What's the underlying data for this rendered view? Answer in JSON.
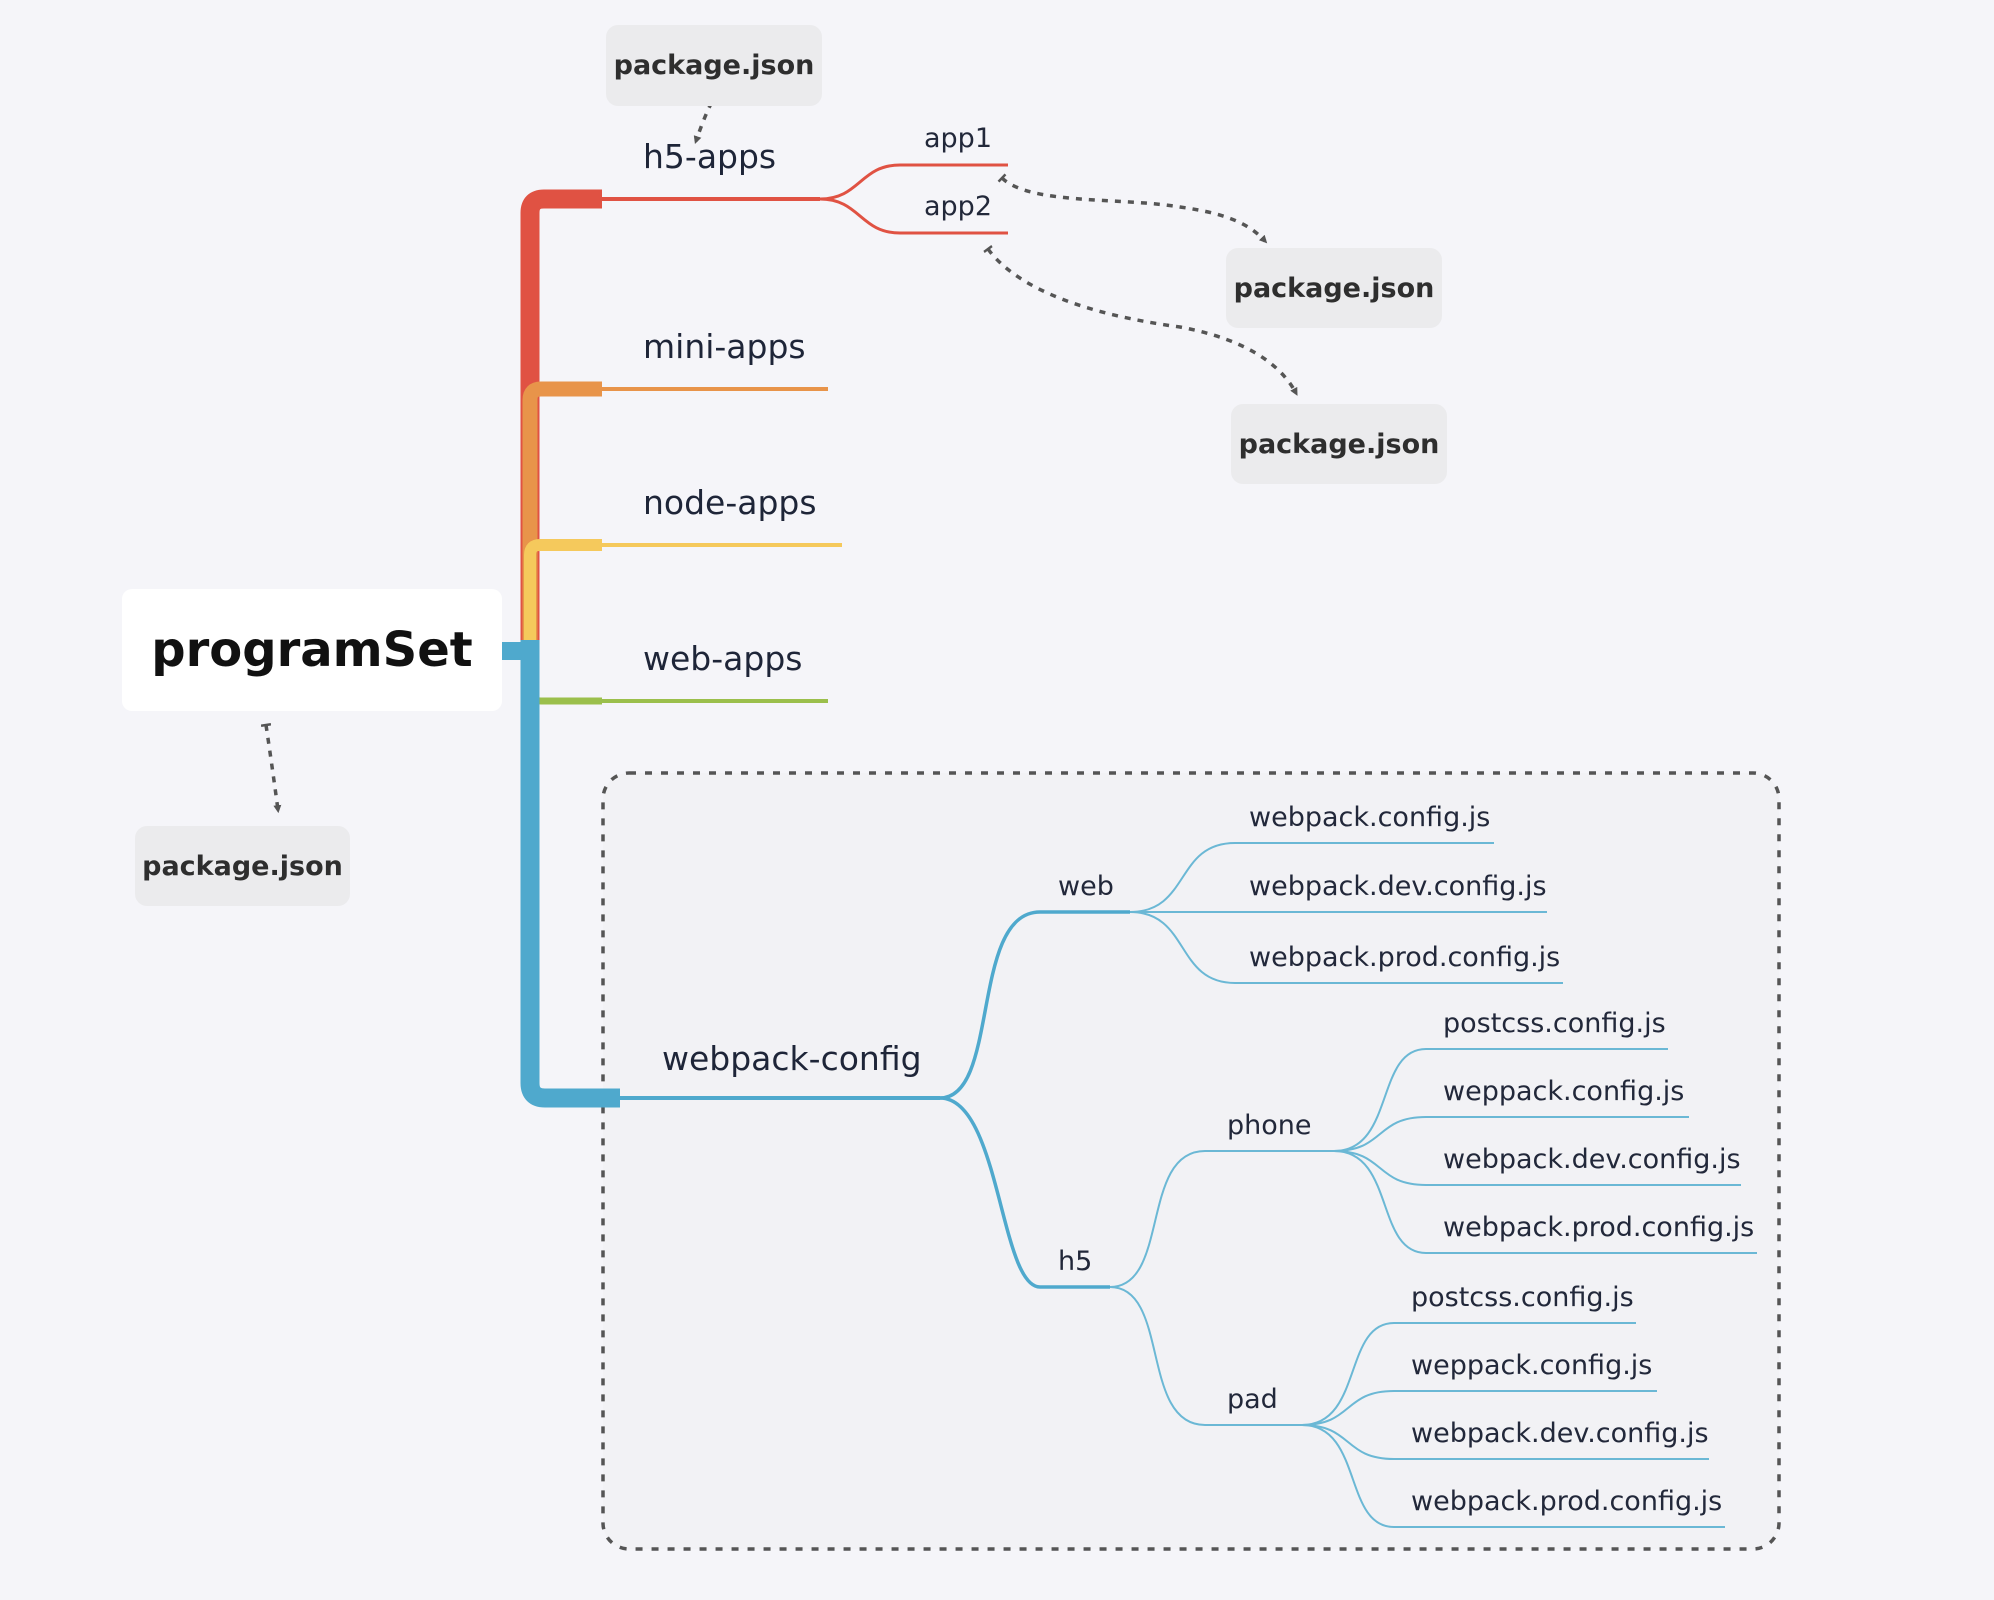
{
  "root": {
    "title": "programSet"
  },
  "branches": {
    "h5_apps": {
      "label": "h5-apps",
      "children": [
        "app1",
        "app2"
      ],
      "color": "#e05243"
    },
    "mini_apps": {
      "label": "mini-apps",
      "color": "#e8944a"
    },
    "node_apps": {
      "label": "node-apps",
      "color": "#f5c95c"
    },
    "web_apps": {
      "label": "web-apps",
      "color": "#9bbf4c"
    },
    "webpack_config": {
      "label": "webpack-config",
      "color": "#4fa9cd",
      "web": {
        "label": "web",
        "files": [
          "webpack.config.js",
          "webpack.dev.config.js",
          "webpack.prod.config.js"
        ]
      },
      "h5": {
        "label": "h5",
        "phone": {
          "label": "phone",
          "files": [
            "postcss.config.js",
            "weppack.config.js",
            "webpack.dev.config.js",
            "webpack.prod.config.js"
          ]
        },
        "pad": {
          "label": "pad",
          "files": [
            "postcss.config.js",
            "weppack.config.js",
            "webpack.dev.config.js",
            "webpack.prod.config.js"
          ]
        }
      }
    }
  },
  "package_boxes": {
    "root_pkg": "package.json",
    "h5_apps_pkg": "package.json",
    "app1_pkg": "package.json",
    "app2_pkg": "package.json"
  }
}
